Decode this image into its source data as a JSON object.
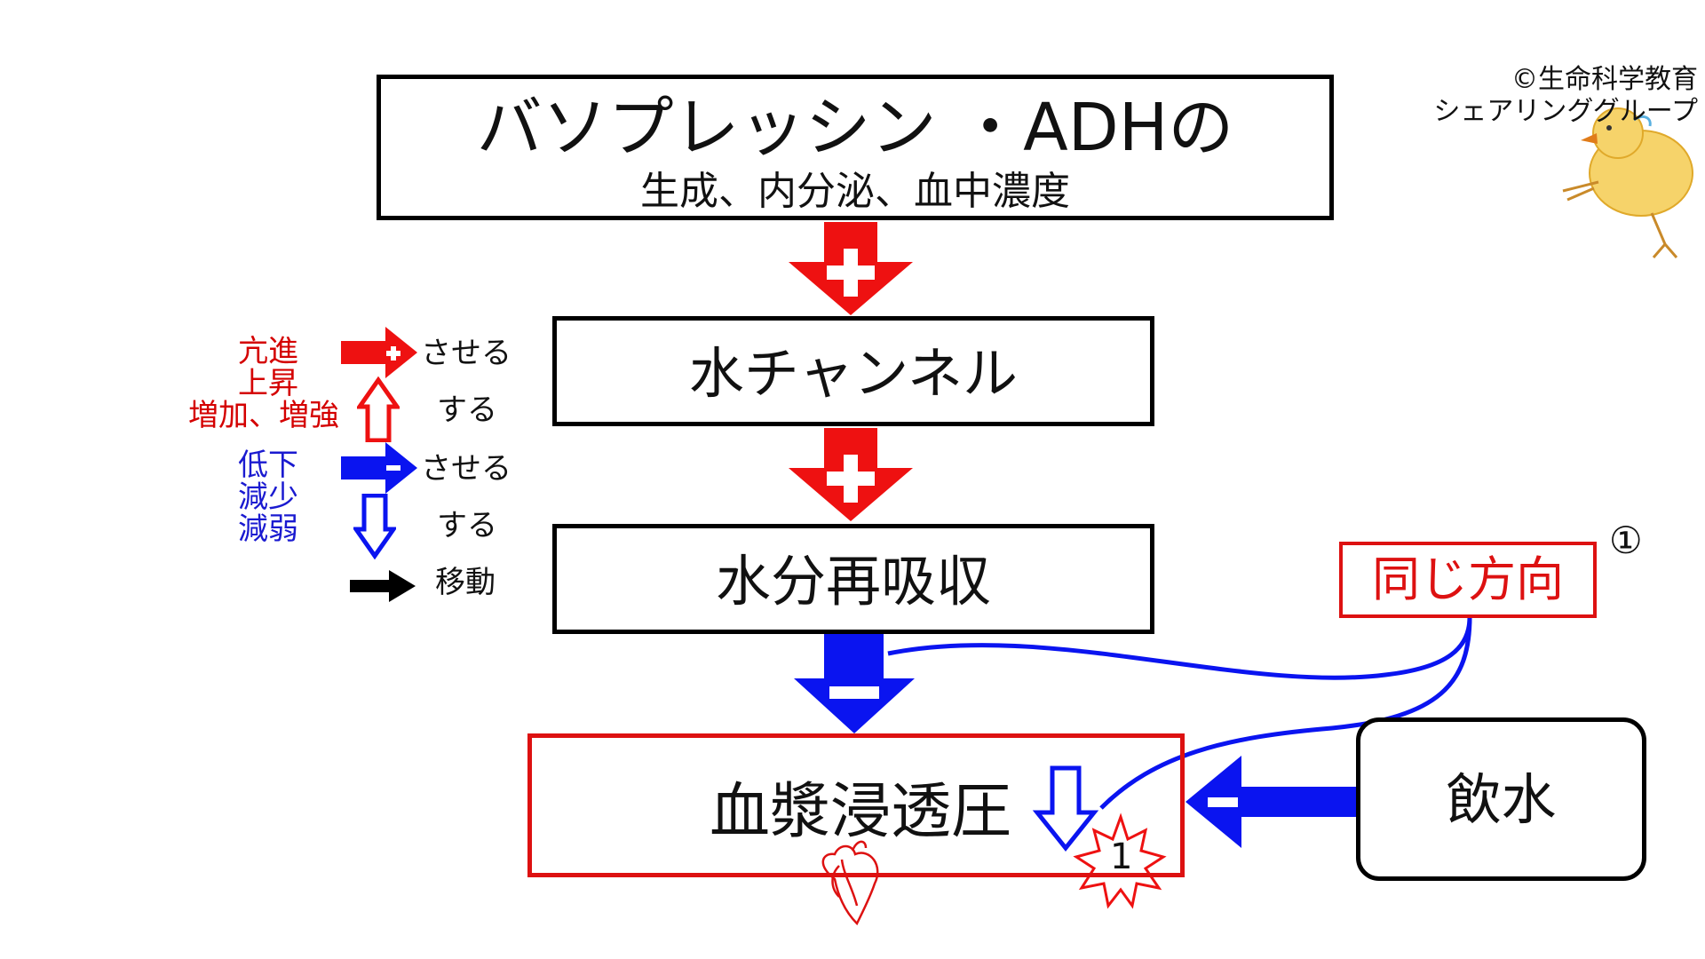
{
  "copyright": {
    "line1": "©生命科学教育",
    "line2": "シェアリンググループ"
  },
  "boxes": {
    "vasopressin": {
      "title": "バソプレッシン ・ADHの",
      "subtitle": "生成、内分泌、血中濃度"
    },
    "water_channel": {
      "label": "水チャンネル"
    },
    "water_reabsorption": {
      "label": "水分再吸収"
    },
    "plasma_osmotic": {
      "label": "血漿浸透圧"
    },
    "drinking": {
      "label": "飲水"
    },
    "same_direction": {
      "label": "同じ方向"
    }
  },
  "markers": {
    "circled_one": "①",
    "star_number": "1"
  },
  "legend": {
    "promote": {
      "line1": "亢進",
      "line2": "上昇",
      "line3": "増加、増強"
    },
    "promote_arrow_label": "させる",
    "increase_arrow_label": "する",
    "inhibit": {
      "line1": "低下",
      "line2": "減少",
      "line3": "減弱"
    },
    "inhibit_arrow_label": "させる",
    "decrease_arrow_label": "する",
    "move_arrow_label": "移動"
  },
  "colors": {
    "red": "#ee1111",
    "blue": "#0a14f0",
    "black": "#000000",
    "box_red_border": "#dd1111"
  },
  "icons": [
    "plus-icon",
    "minus-icon",
    "heart-icon",
    "chick-icon",
    "starburst-icon"
  ]
}
